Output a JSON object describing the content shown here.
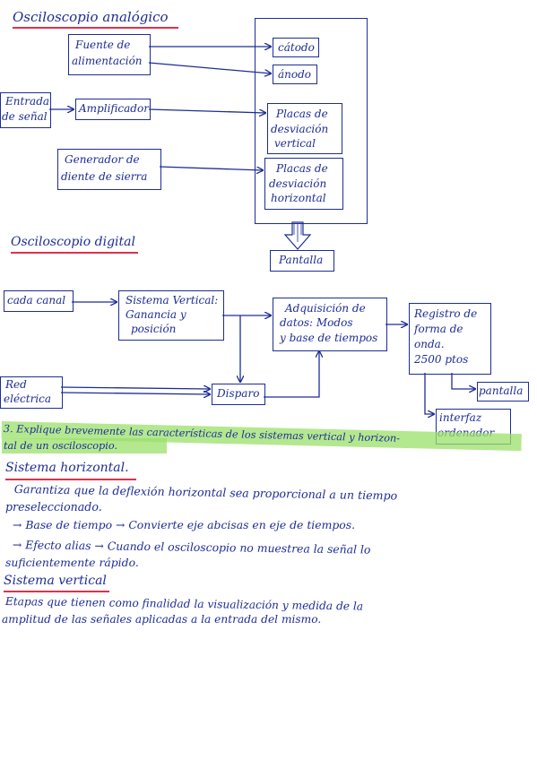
{
  "analog": {
    "title": "Osciloscopio analógico",
    "fuente": [
      "Fuente de",
      "alimentación"
    ],
    "catodo": "cátodo",
    "anodo": "ánodo",
    "entrada": [
      "Entrada",
      "de señal"
    ],
    "amplificador": "Amplificador",
    "placas_v": [
      "Placas de",
      "desviación",
      "vertical"
    ],
    "generador": [
      "Generador de",
      "diente de sierra"
    ],
    "placas_h": [
      "Placas de",
      "desviación",
      "horizontal"
    ],
    "pantalla": "Pantalla"
  },
  "digital": {
    "title": "Osciloscopio digital",
    "cada_canal": "cada canal",
    "sistema_vertical": [
      "Sistema Vertical:",
      "Ganancia y",
      "posición"
    ],
    "adquisicion": [
      "Adquisición de",
      "datos: Modos",
      "y base de tiempos"
    ],
    "registro": [
      "Registro de",
      "forma de",
      "onda.",
      "2500 ptos"
    ],
    "red": [
      "Red",
      "eléctrica"
    ],
    "disparo": "Disparo",
    "pantalla": "pantalla",
    "interfaz": [
      "interfaz",
      "ordenador"
    ]
  },
  "question": {
    "line1": "3. Explique brevemente las características de los sistemas vertical y horizon-",
    "line2": "tal de un osciloscopio."
  },
  "horizontal": {
    "heading": "Sistema horizontal.",
    "p1": "Garantiza que la deflexión horizontal sea proporcional a un tiempo",
    "p2": "preseleccionado.",
    "b1": "→ Base de tiempo → Convierte eje abcisas en eje de tiempos.",
    "b2": "→ Efecto alias → Cuando el osciloscopio no muestrea la señal lo",
    "b3": "suficientemente rápido."
  },
  "vertical": {
    "heading": "Sistema vertical",
    "p1": "Etapas que tienen como finalidad la visualización y medida de la",
    "p2": "amplitud de las señales aplicadas a la entrada del mismo."
  },
  "colors": {
    "ink": "#1d2d96",
    "highlight": "#9be06a",
    "underline": "#e0304a"
  }
}
